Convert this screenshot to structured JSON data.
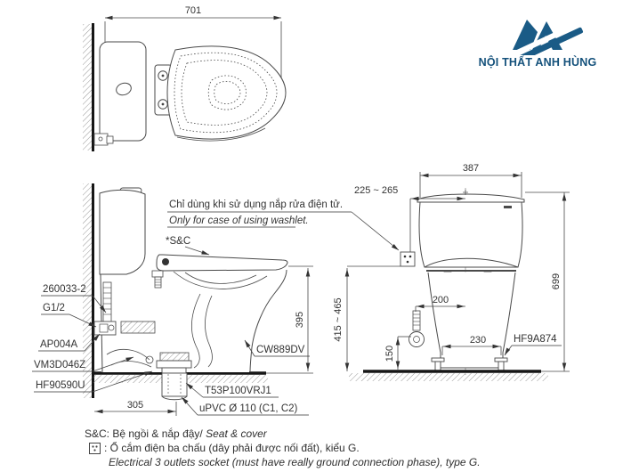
{
  "brand": {
    "name": "NỘI THẤT ANH HÙNG"
  },
  "colors": {
    "brand_blue": "#1a5b86",
    "line": "#4a4a4a",
    "text": "#333333"
  },
  "views": {
    "top": {
      "dim_width": "701"
    },
    "side": {
      "washlet_note_vi": "Chỉ dùng khi sử dụng nắp rửa điện tử.",
      "washlet_note_en": "Only for case of using washlet.",
      "seat_ref": "*S&C",
      "dim_height": "395",
      "dim_depth": "305",
      "part_supply": "260033-2",
      "part_thread": "G1/2",
      "part_valve": "AP004A",
      "part_fitting": "VM3D046Z",
      "part_flange": "HF90590U",
      "part_bowl": "CW889DV",
      "part_outlet": "T53P100VRJ1",
      "part_pipe": "uPVC Ø 110 (C1, C2)"
    },
    "front": {
      "dim_tank_width": "387",
      "dim_supply_offset": "225 ~ 265",
      "dim_total_height": "699",
      "dim_supply_height_range": "415 ~ 465",
      "dim_center_offset": "200",
      "dim_bolt_spacing": "230",
      "dim_valve_height": "150",
      "part_bolt": "HF9A874"
    }
  },
  "footnotes": {
    "seat_cover_vi": "S&C: Bệ ngồi & nắp đậy/",
    "seat_cover_en": "Seat & cover",
    "socket_vi": ": Ổ cắm điện ba chấu (dây phải được nối đất), kiểu G.",
    "socket_en": "Electrical 3 outlets socket (must have really ground connection phase), type G."
  }
}
